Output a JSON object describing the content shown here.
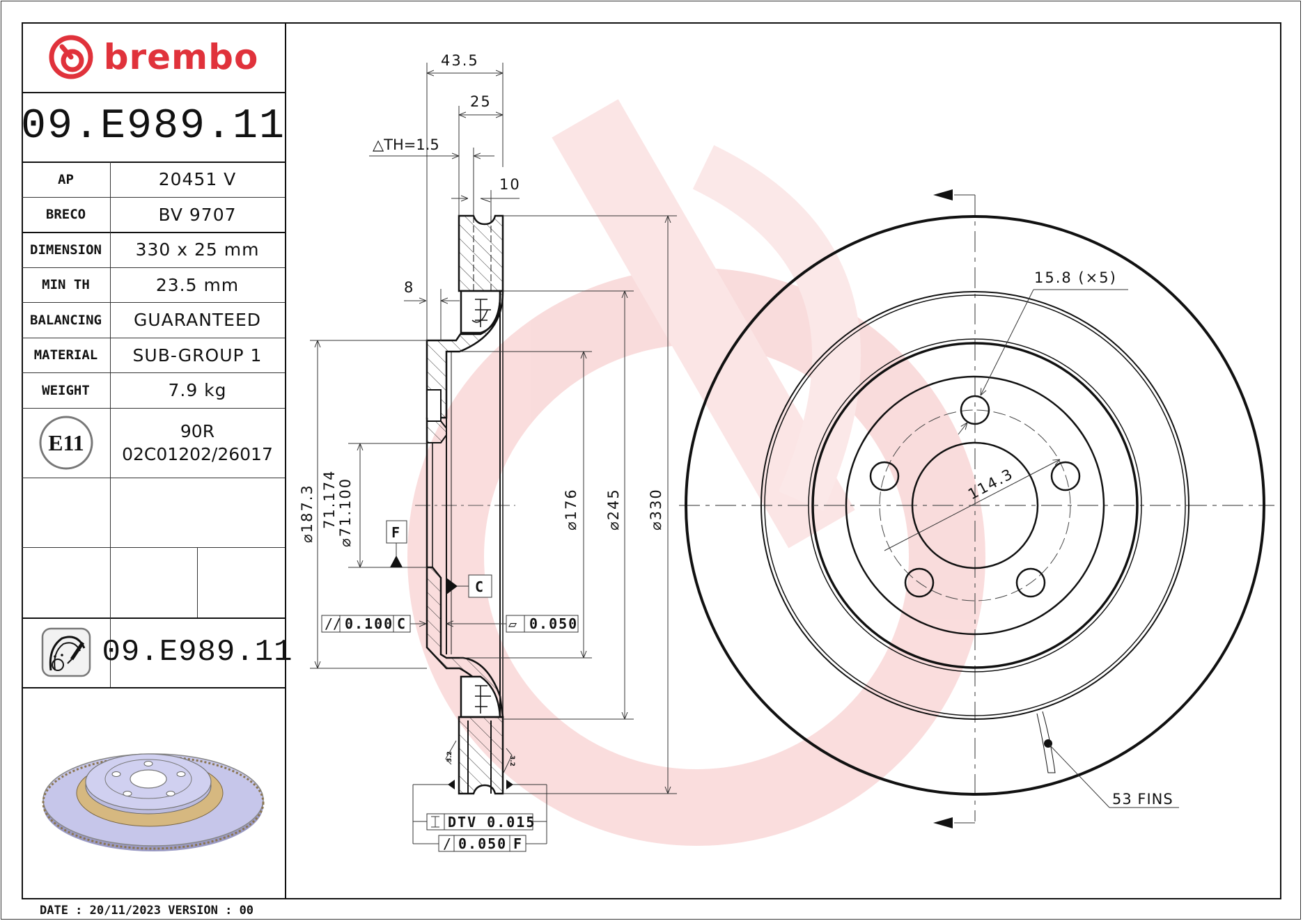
{
  "brand": {
    "name": "brembo",
    "color": "#e0323b"
  },
  "part_number": "09.E989.11",
  "specs": [
    {
      "label": "AP",
      "value": "20451 V"
    },
    {
      "label": "BRECO",
      "value": "BV 9707"
    },
    {
      "label": "DIMENSION",
      "value": "330 x 25 mm"
    },
    {
      "label": "MIN TH",
      "value": "23.5 mm"
    },
    {
      "label": "BALANCING",
      "value": "GUARANTEED"
    },
    {
      "label": "MATERIAL",
      "value": "SUB-GROUP 1"
    },
    {
      "label": "WEIGHT",
      "value": "7.9 kg"
    }
  ],
  "approval": {
    "mark": "E11",
    "line1": "90R",
    "line2": "02C01202/26017"
  },
  "footer": {
    "part_number": "09.E989.11",
    "date_line": "DATE : 20/11/2023 VERSION : 00"
  },
  "section_view": {
    "dims": {
      "overall_width": "43.5",
      "disc_thickness": "25",
      "delta_th": "△TH=1.5",
      "cheek": "10",
      "hat_thickness": "8",
      "d_187": "⌀187.3",
      "d_71_upper": "71.174",
      "d_71_lower": "⌀71.100",
      "d_176": "⌀176",
      "d_245": "⌀245",
      "d_330": "⌀330",
      "roughness": "3.2"
    },
    "datums": {
      "f": "F",
      "c": "C"
    },
    "tolerances": {
      "parallelism": {
        "symbol": "//",
        "value": "0.100",
        "datum": "C"
      },
      "flatness": {
        "symbol": "▱",
        "value": "0.050"
      },
      "dtv": {
        "label": "DTV 0.015"
      },
      "runout": {
        "symbol": "/",
        "value": "0.050",
        "datum": "F"
      }
    }
  },
  "front_view": {
    "bolt_hole": "15.8 (×5)",
    "pcd": "114.3",
    "fins": "53 FINS",
    "bolt_count": 5
  },
  "colors": {
    "watermark": "#f9d9d9",
    "line": "#111111"
  }
}
